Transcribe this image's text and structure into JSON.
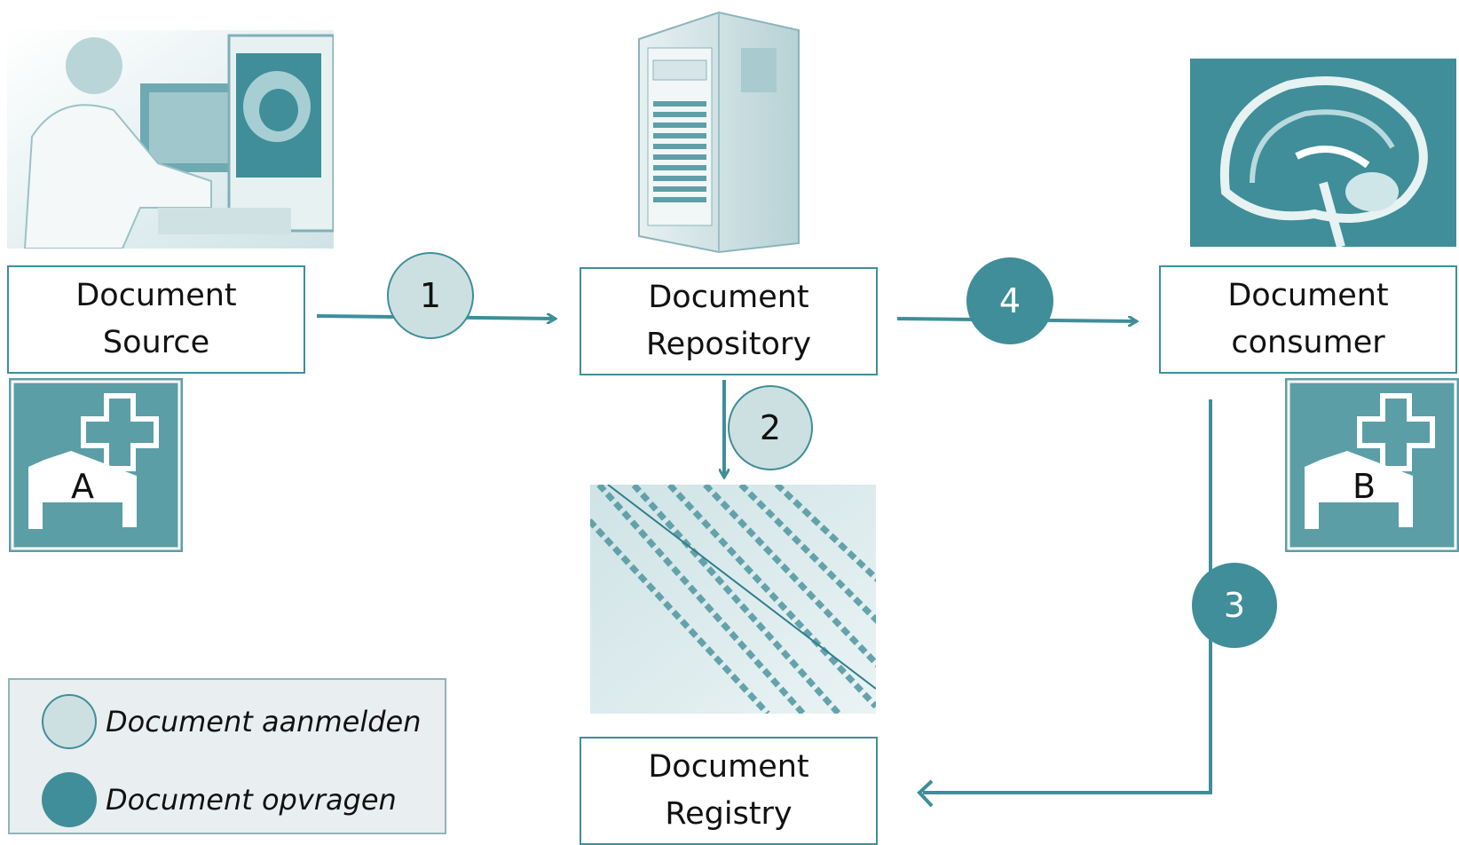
{
  "nodes": {
    "source": {
      "line1": "Document",
      "line2": "Source"
    },
    "repository": {
      "line1": "Document",
      "line2": "Repository"
    },
    "consumer": {
      "line1": "Document",
      "line2": "consumer"
    },
    "registry": {
      "line1": "Document",
      "line2": "Registry"
    }
  },
  "hospitals": {
    "a": "A",
    "b": "B"
  },
  "steps": [
    "1",
    "2",
    "3",
    "4"
  ],
  "legend": {
    "register": "Document aanmelden",
    "retrieve": "Document opvragen"
  },
  "colors": {
    "accent": "#3f8e99",
    "light_circle": "#cde0e1",
    "dark_circle": "#3f8e99",
    "legend_bg": "#e9eef0"
  },
  "icons": {
    "doctor_image": "doctor-at-workstation-image",
    "server_image": "server-tower-image",
    "brain_image": "brain-mri-image",
    "registry_image": "printed-registry-numbers-image",
    "hospital_icon": "hospital-bed-cross-icon"
  }
}
